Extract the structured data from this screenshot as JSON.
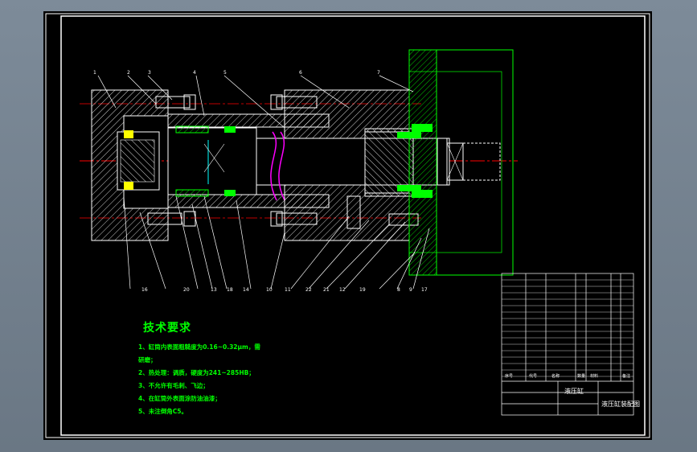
{
  "balloons": [
    "1",
    "2",
    "3",
    "4",
    "5",
    "6",
    "7",
    "16",
    "20",
    "13",
    "18",
    "14",
    "10",
    "11",
    "22",
    "21",
    "12",
    "19",
    "8",
    "9",
    "17"
  ],
  "tech": {
    "title": "技术要求",
    "items": [
      "1、缸筒内表面粗糙度为0.16~0.32μm，需",
      "研磨；",
      "2、热处理：调质，硬度为241~285HB；",
      "3、不允许有毛刺、飞边；",
      "4、在缸筒外表面涂防油油漆；",
      "5、未注倒角C5。"
    ]
  },
  "titleblock": {
    "drawing_name": "液压缸装配图",
    "scale_label": "液压缸",
    "header_cols": [
      "序号",
      "代号",
      "名称",
      "数量",
      "材料",
      "备注"
    ]
  },
  "colors": {
    "outline": "#ffffff",
    "green": "#00ff00",
    "yellow": "#ffff00",
    "red": "#ff0000",
    "cyan": "#00ffff",
    "magenta": "#ff00ff"
  }
}
